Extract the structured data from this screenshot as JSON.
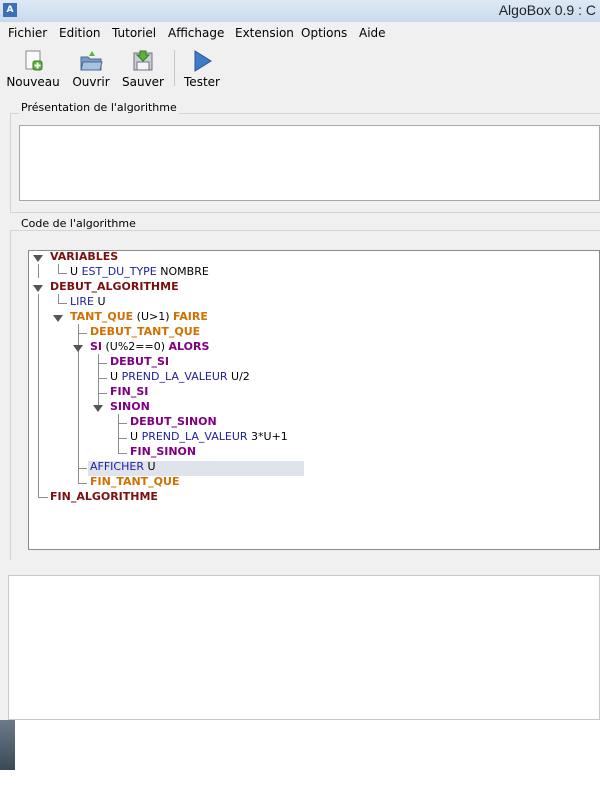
{
  "window": {
    "title": "AlgoBox 0.9 : C",
    "icon_label": "A"
  },
  "menu": {
    "items": [
      "Fichier",
      "Edition",
      "Tutoriel",
      "Affichage",
      "Extension",
      "Options",
      "Aide"
    ]
  },
  "toolbar": {
    "nouveau": "Nouveau",
    "ouvrir": "Ouvrir",
    "sauver": "Sauver",
    "tester": "Tester"
  },
  "presentation": {
    "title": "Présentation de l'algorithme",
    "text": ""
  },
  "code": {
    "title": "Code de l'algorithme",
    "variables": "VARIABLES",
    "var_name": "U",
    "var_kw": "EST_DU_TYPE",
    "var_type": "NOMBRE",
    "debut_algo": "DEBUT_ALGORITHME",
    "lire_kw": "LIRE",
    "lire_var": "U",
    "tant_que_kw": "TANT_QUE",
    "tant_que_cond": "(U>1)",
    "faire_kw": "FAIRE",
    "debut_tant_que": "DEBUT_TANT_QUE",
    "si_kw": "SI",
    "si_cond": "(U%2==0)",
    "alors_kw": "ALORS",
    "debut_si": "DEBUT_SI",
    "affect1_var": "U",
    "affect1_kw": "PREND_LA_VALEUR",
    "affect1_val": "U/2",
    "fin_si": "FIN_SI",
    "sinon": "SINON",
    "debut_sinon": "DEBUT_SINON",
    "affect2_var": "U",
    "affect2_kw": "PREND_LA_VALEUR",
    "affect2_val": "3*U+1",
    "fin_sinon": "FIN_SINON",
    "afficher_kw": "AFFICHER",
    "afficher_var": "U",
    "fin_tant_que": "FIN_TANT_QUE",
    "fin_algo": "FIN_ALGORITHME"
  }
}
